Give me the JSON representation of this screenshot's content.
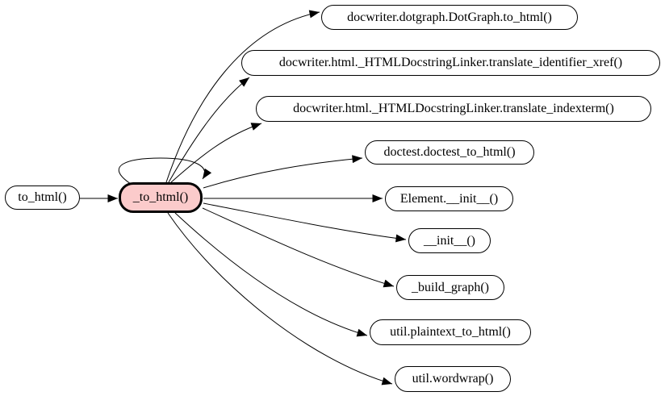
{
  "graph": {
    "type": "call-graph",
    "background_color": "#ffffff",
    "node_fill_color": "#ffffff",
    "node_stroke_color": "#000000",
    "edge_color": "#000000",
    "highlight_fill_color": "#fbcbcb",
    "nodes": [
      {
        "id": "to_html",
        "label": "to_html()",
        "role": "caller"
      },
      {
        "id": "_to_html",
        "label": "_to_html()",
        "role": "center",
        "highlighted": true
      },
      {
        "id": "docwriter.dotgraph.DotGraph.to_html",
        "label": "docwriter.dotgraph.DotGraph.to_html()",
        "role": "callee"
      },
      {
        "id": "docwriter.html._HTMLDocstringLinker.translate_identifier_xref",
        "label": "docwriter.html._HTMLDocstringLinker.translate_identifier_xref()",
        "role": "callee"
      },
      {
        "id": "docwriter.html._HTMLDocstringLinker.translate_indexterm",
        "label": "docwriter.html._HTMLDocstringLinker.translate_indexterm()",
        "role": "callee"
      },
      {
        "id": "doctest.doctest_to_html",
        "label": "doctest.doctest_to_html()",
        "role": "callee"
      },
      {
        "id": "Element.__init__",
        "label": "Element.__init__()",
        "role": "callee"
      },
      {
        "id": "__init__",
        "label": "__init__()",
        "role": "callee"
      },
      {
        "id": "_build_graph",
        "label": "_build_graph()",
        "role": "callee"
      },
      {
        "id": "util.plaintext_to_html",
        "label": "util.plaintext_to_html()",
        "role": "callee"
      },
      {
        "id": "util.wordwrap",
        "label": "util.wordwrap()",
        "role": "callee"
      }
    ],
    "edges": [
      {
        "from": "to_html",
        "to": "_to_html"
      },
      {
        "from": "_to_html",
        "to": "_to_html",
        "self_loop": true
      },
      {
        "from": "_to_html",
        "to": "docwriter.dotgraph.DotGraph.to_html"
      },
      {
        "from": "_to_html",
        "to": "docwriter.html._HTMLDocstringLinker.translate_identifier_xref"
      },
      {
        "from": "_to_html",
        "to": "docwriter.html._HTMLDocstringLinker.translate_indexterm"
      },
      {
        "from": "_to_html",
        "to": "doctest.doctest_to_html"
      },
      {
        "from": "_to_html",
        "to": "Element.__init__"
      },
      {
        "from": "_to_html",
        "to": "__init__"
      },
      {
        "from": "_to_html",
        "to": "_build_graph"
      },
      {
        "from": "_to_html",
        "to": "util.plaintext_to_html"
      },
      {
        "from": "_to_html",
        "to": "util.wordwrap"
      }
    ]
  }
}
